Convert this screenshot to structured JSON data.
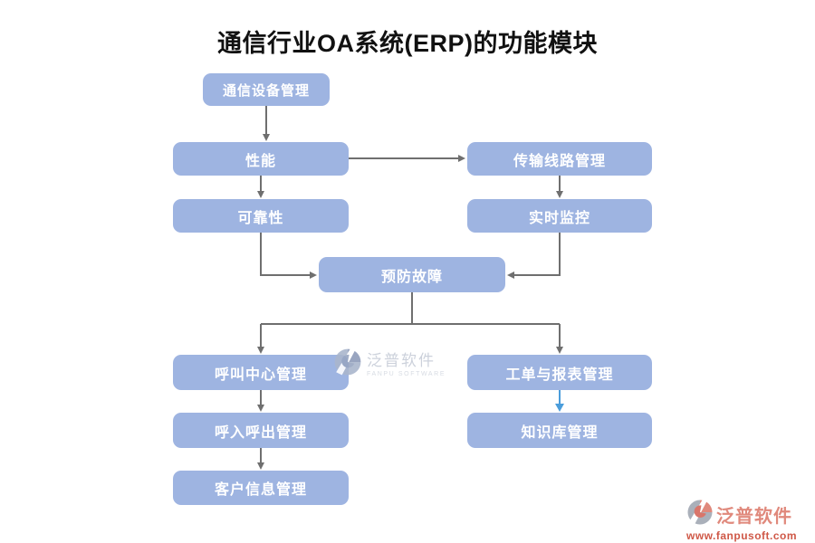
{
  "title": "通信行业OA系统(ERP)的功能模块",
  "diagram": {
    "nodes": [
      {
        "id": "communication-device-mgmt",
        "label": "通信设备管理"
      },
      {
        "id": "performance",
        "label": "性能"
      },
      {
        "id": "transmission-line-mgmt",
        "label": "传输线路管理"
      },
      {
        "id": "reliability",
        "label": "可靠性"
      },
      {
        "id": "realtime-monitoring",
        "label": "实时监控"
      },
      {
        "id": "fault-prevention",
        "label": "预防故障"
      },
      {
        "id": "call-center-mgmt",
        "label": "呼叫中心管理"
      },
      {
        "id": "work-order-report-mgmt",
        "label": "工单与报表管理"
      },
      {
        "id": "inbound-outbound-mgmt",
        "label": "呼入呼出管理"
      },
      {
        "id": "knowledge-base-mgmt",
        "label": "知识库管理"
      },
      {
        "id": "customer-info-mgmt",
        "label": "客户信息管理"
      }
    ],
    "edges": [
      {
        "from": "通信设备管理",
        "to": "性能"
      },
      {
        "from": "性能",
        "to": "传输线路管理"
      },
      {
        "from": "性能",
        "to": "可靠性"
      },
      {
        "from": "传输线路管理",
        "to": "实时监控"
      },
      {
        "from": "可靠性",
        "to": "预防故障"
      },
      {
        "from": "实时监控",
        "to": "预防故障"
      },
      {
        "from": "预防故障",
        "to": "呼叫中心管理"
      },
      {
        "from": "预防故障",
        "to": "工单与报表管理"
      },
      {
        "from": "呼叫中心管理",
        "to": "呼入呼出管理"
      },
      {
        "from": "呼入呼出管理",
        "to": "客户信息管理"
      },
      {
        "from": "工单与报表管理",
        "to": "知识库管理",
        "highlighted": true
      }
    ]
  },
  "colors": {
    "node_fill": "#9eb4e1",
    "node_text": "#ffffff",
    "connector": "#6f6f6f",
    "highlight_connector": "#4a9ddb",
    "watermark_gray": "#c7cdd8",
    "watermark_coral": "#e0897c",
    "watermark_red": "#cf5847"
  },
  "watermarks": {
    "center": {
      "brand": "泛普软件",
      "subtitle": "FANPU SOFTWARE"
    },
    "corner": {
      "brand": "泛普软件",
      "url": "www.fanpusoft.com"
    }
  }
}
